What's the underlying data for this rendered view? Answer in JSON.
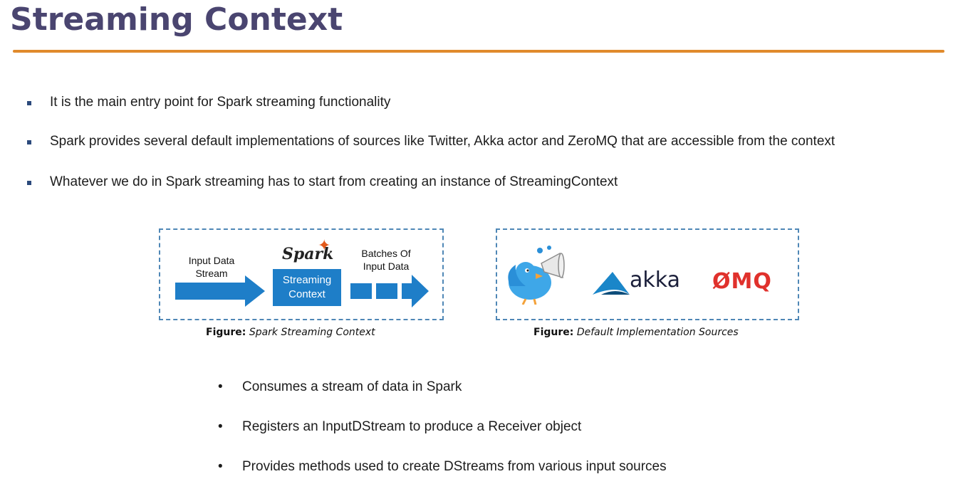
{
  "title": "Streaming Context",
  "colors": {
    "title": "#4a4570",
    "rule": "#e08a2c",
    "spark_blue": "#1e7ec8",
    "dash": "#4f87b6",
    "zmq_red": "#e0312c"
  },
  "bullets": [
    "It is the main entry point for Spark streaming functionality",
    "Spark provides several default implementations of sources like Twitter, Akka actor and ZeroMQ that are accessible from the context",
    "Whatever we do in Spark streaming has to start from creating an instance of StreamingContext"
  ],
  "figure1": {
    "input_label_line1": "Input Data",
    "input_label_line2": "Stream",
    "logo_text": "Spark",
    "box_line1": "Streaming",
    "box_line2": "Context",
    "batches_line1": "Batches Of",
    "batches_line2": "Input Data",
    "caption_prefix": "Figure:",
    "caption_text": "Spark Streaming Context"
  },
  "figure2": {
    "twitter_icon": "twitter-bird-megaphone-icon",
    "akka_text": "akka",
    "zmq_text": "ØMQ",
    "caption_prefix": "Figure:",
    "caption_text": "Default Implementation Sources"
  },
  "sub_bullets": [
    "Consumes a stream of data in Spark",
    "Registers an InputDStream to produce a Receiver object",
    "Provides methods used to create DStreams from various input sources"
  ]
}
